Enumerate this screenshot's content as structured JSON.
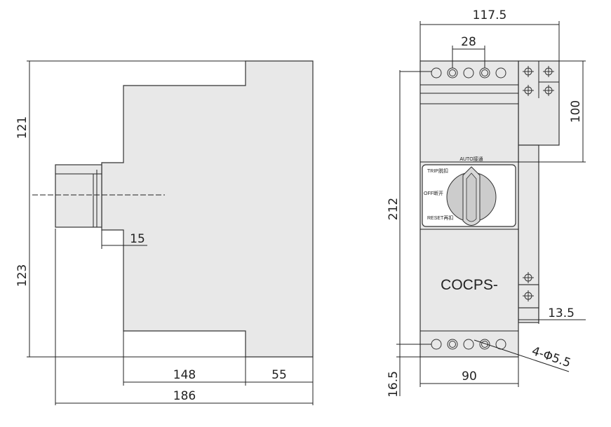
{
  "side_view": {
    "dims": {
      "top_height": "121",
      "bottom_height": "123",
      "knob_depth": "15",
      "body_depth": "148",
      "front_depth": "55",
      "total_depth": "186"
    }
  },
  "front_view": {
    "dims": {
      "width": "117.5",
      "terminal_pitch": "28",
      "bracket_height": "100",
      "height": "212",
      "bracket_offset": "13.5",
      "base_width": "90",
      "bottom_offset": "16.5",
      "holes": "4-Φ5.5"
    },
    "label": "COCPS-",
    "knob_labels": {
      "auto": "AUTO接通",
      "trip": "TRIP脱扣",
      "off": "OFF断开",
      "reset": "RESET再扣"
    }
  }
}
